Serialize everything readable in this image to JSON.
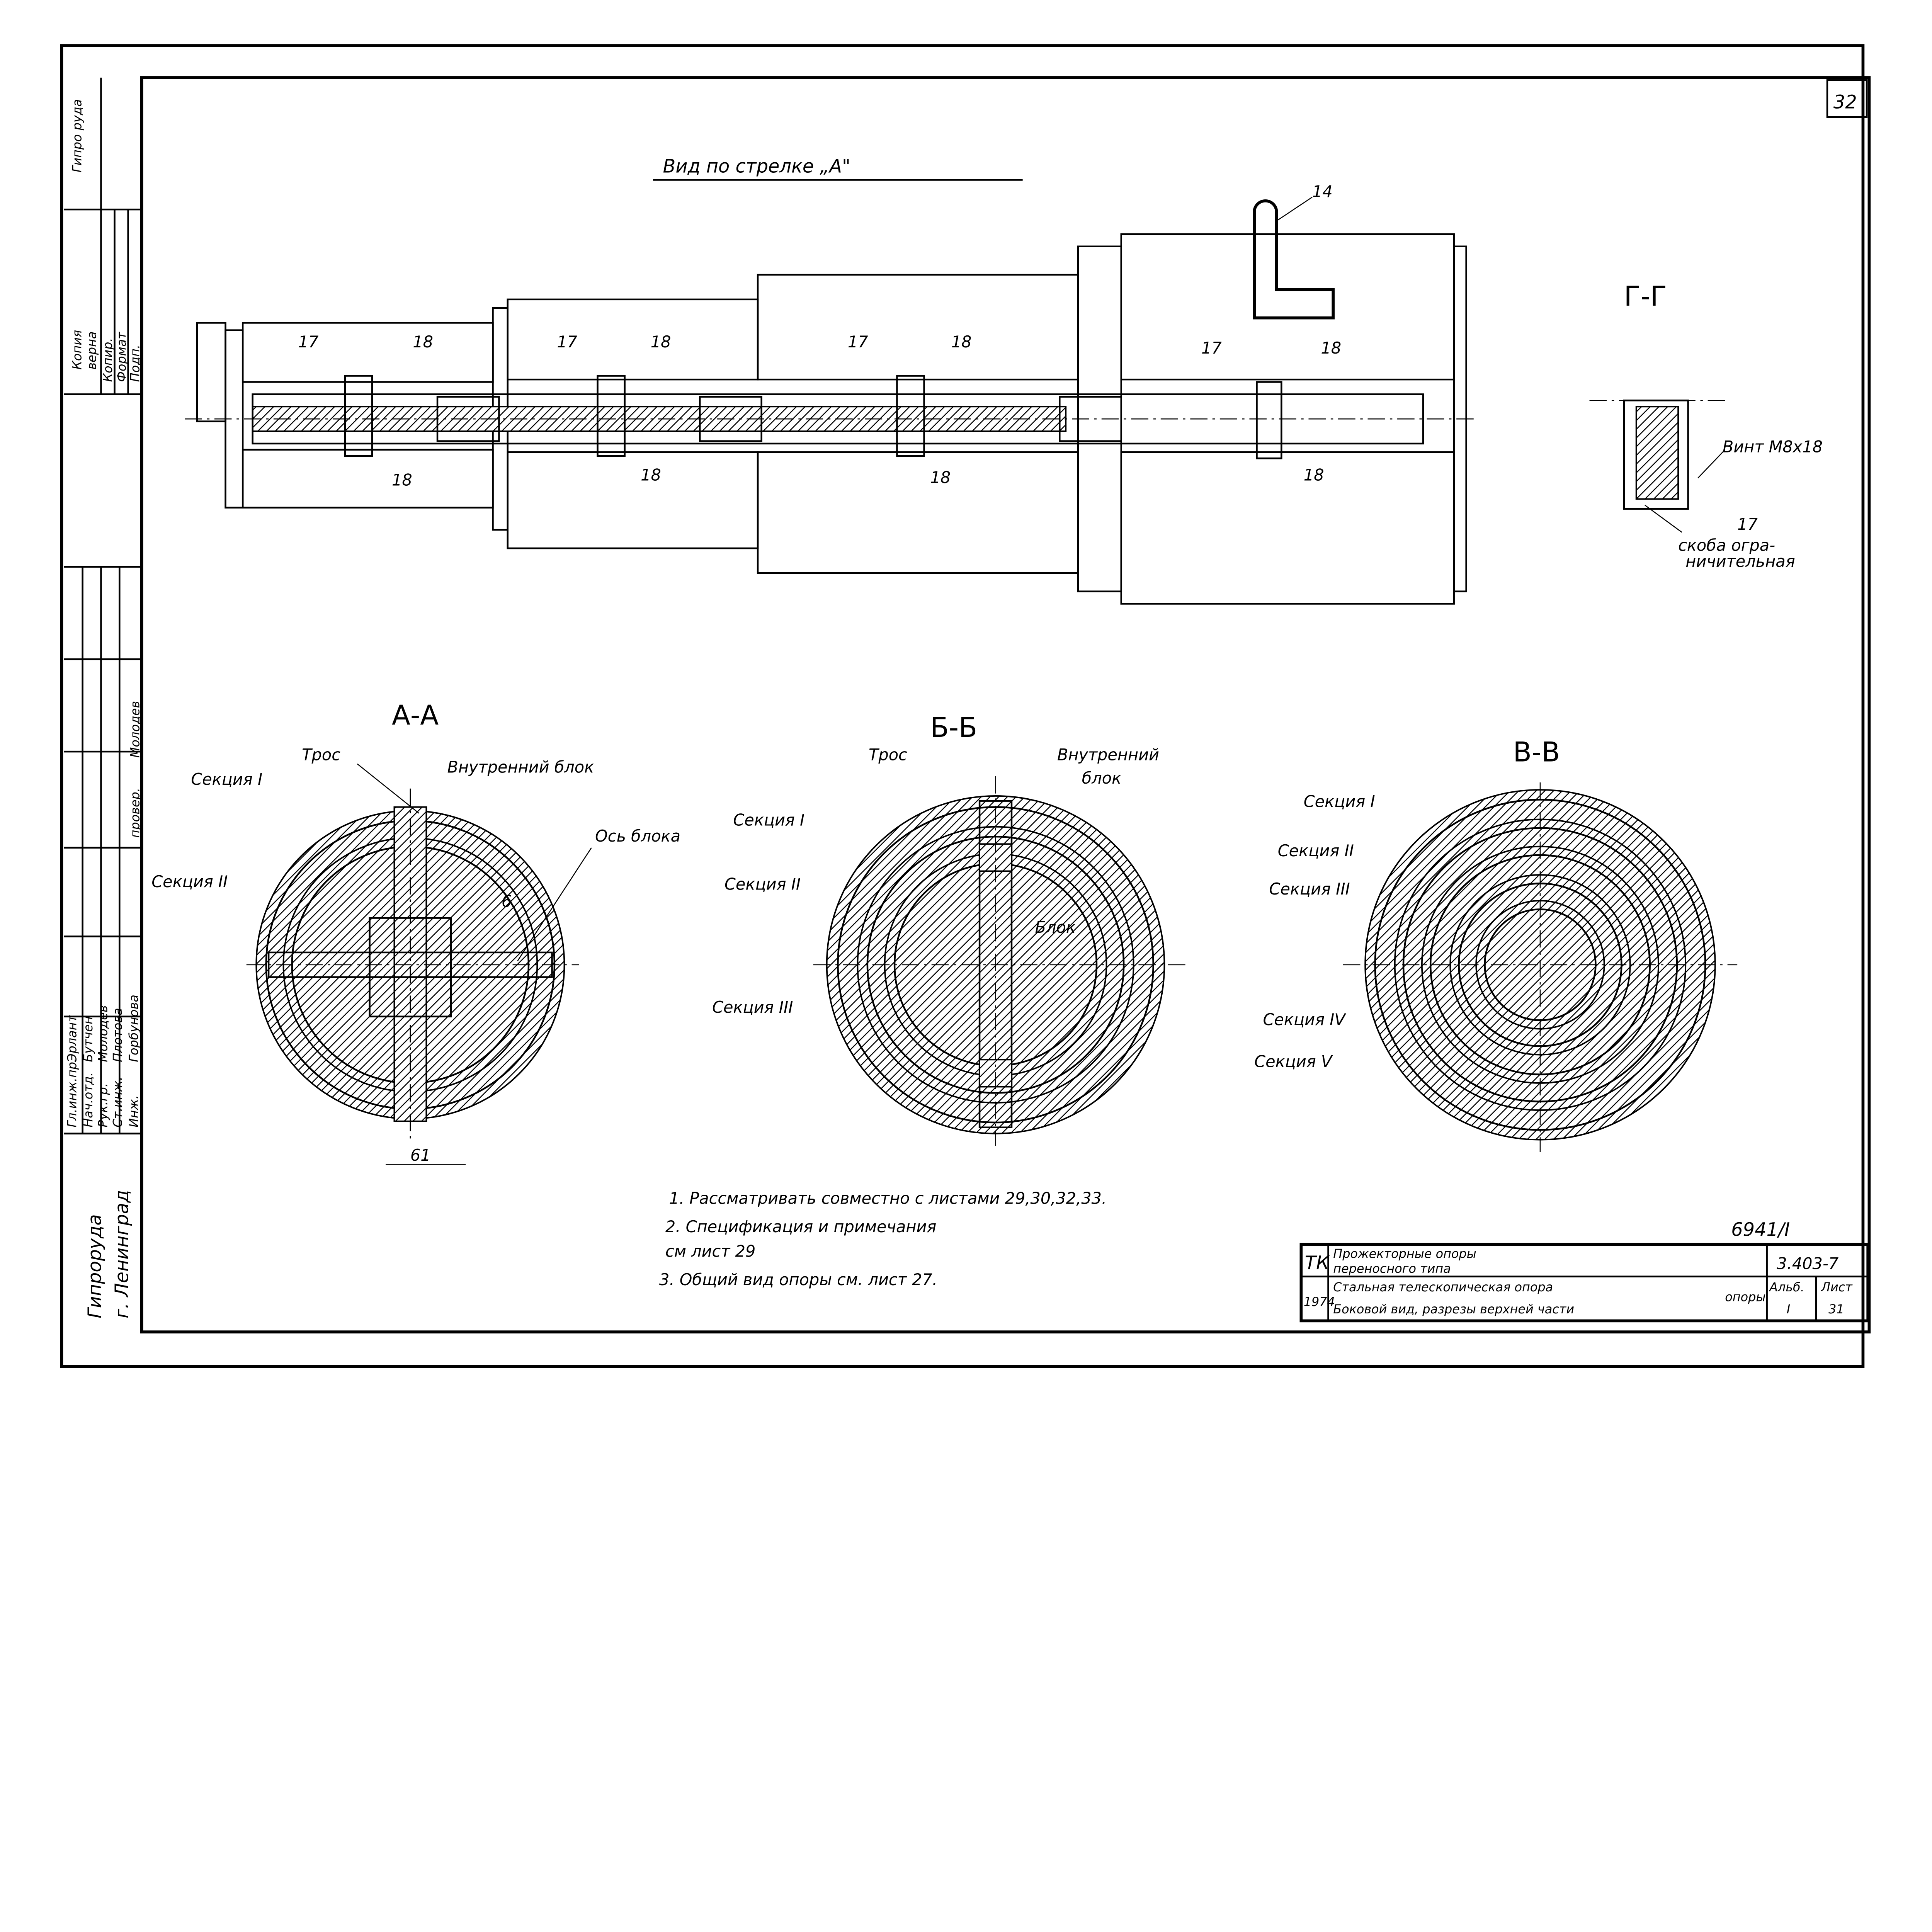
{
  "sheet_number": "32",
  "archive_number": "6941/I",
  "main_view": {
    "title": "Вид по стрелке „А\"",
    "callouts": {
      "c14": "14",
      "c17": "17",
      "c18": "18"
    }
  },
  "section_gg": {
    "title": "Г-Г",
    "screw_label": "Винт М8х18",
    "part_number": "17",
    "part_label_line1": "скоба огра-",
    "part_label_line2": "ничительная"
  },
  "section_aa": {
    "title": "А-А",
    "cable": "Трос",
    "inner_block": "Внутренний блок",
    "section_1": "Секция I",
    "section_2": "Секция II",
    "block_axis": "Ось блока",
    "callout_6": "6",
    "dimension_61": "61"
  },
  "section_bb": {
    "title": "Б-Б",
    "cable": "Трос",
    "inner_block_line1": "Внутренний",
    "inner_block_line2": "блок",
    "section_1": "Секция I",
    "section_2": "Секция II",
    "section_3": "Секция III",
    "block": "Блок"
  },
  "section_vv": {
    "title": "В-В",
    "section_1": "Секция I",
    "section_2": "Секция II",
    "section_3": "Секция III",
    "section_4": "Секция IV",
    "section_5": "Секция V"
  },
  "notes": [
    "1. Рассматривать совместно с листами 29,30,32,33.",
    "2. Спецификация и примечания",
    "см лист 29",
    "3. Общий вид опоры см. лист 27."
  ],
  "title_block": {
    "org_code": "ТК",
    "year": "1974",
    "project_line1": "Прожекторные опоры",
    "project_line2": "переносного типа",
    "sheet_line1": "Стальная телескопическая опора",
    "sheet_line1b": "опоры",
    "sheet_line2": "Боковой вид, разрезы верхней части",
    "doc_number": "3.403-7",
    "album_label": "Альб.",
    "album_value": "I",
    "sheet_label": "Лист",
    "sheet_value": "31"
  },
  "side_stamp": {
    "top_left": "Гипро руда",
    "copy_line1": "Копия",
    "copy_line2": "верна",
    "format_col1": "Копир.",
    "format_col2": "Формат",
    "format_col3": "Подп.",
    "checked_label": "провер.",
    "checked_name": "Молодев",
    "signatures": [
      {
        "role": "Гл.инж.пр.",
        "name": "Эрлант"
      },
      {
        "role": "Нач.отд.",
        "name": "Бутчен"
      },
      {
        "role": "Рук.гр.",
        "name": "Молодев"
      },
      {
        "role": "Ст.инж.",
        "name": "Плотова"
      },
      {
        "role": "Инж.",
        "name": "Горбунова"
      }
    ],
    "organization_line1": "Гипроруда",
    "organization_line2": "г. Ленинград"
  }
}
